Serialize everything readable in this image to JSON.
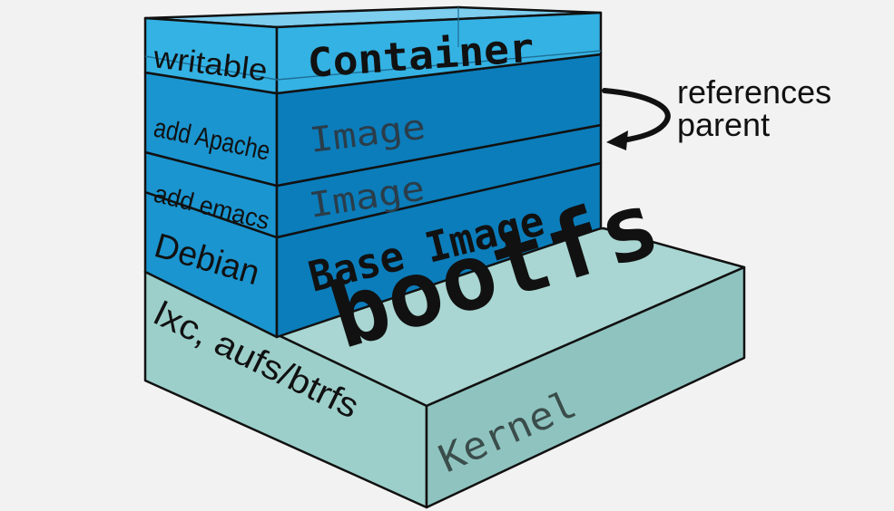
{
  "colors": {
    "background": "#f2f2f2",
    "kernel_top": "#a9d6d2",
    "kernel_front": "#9ccfca",
    "kernel_side": "#8fc3bf",
    "container_light": "#34b2e4",
    "container_top": "#7ccdee",
    "image_dark": "#0b7dbb",
    "layer_blue": "#1a95d0",
    "outline": "#111111"
  },
  "layers": {
    "container": {
      "label_left": "writable",
      "label_right": "Container"
    },
    "image_apache": {
      "label_left": "add Apache",
      "label_right": "Image"
    },
    "image_emacs": {
      "label_left": "add emacs",
      "label_right": "Image"
    },
    "base": {
      "label_left": "Debian",
      "label_right": "Base Image"
    },
    "kernel": {
      "label_left": "lxc, aufs/btrfs",
      "label_right": "Kernel",
      "label_top": "bootfs"
    }
  },
  "annotation": {
    "line1": "references",
    "line2": "parent",
    "icon": "curved-arrow-icon"
  }
}
